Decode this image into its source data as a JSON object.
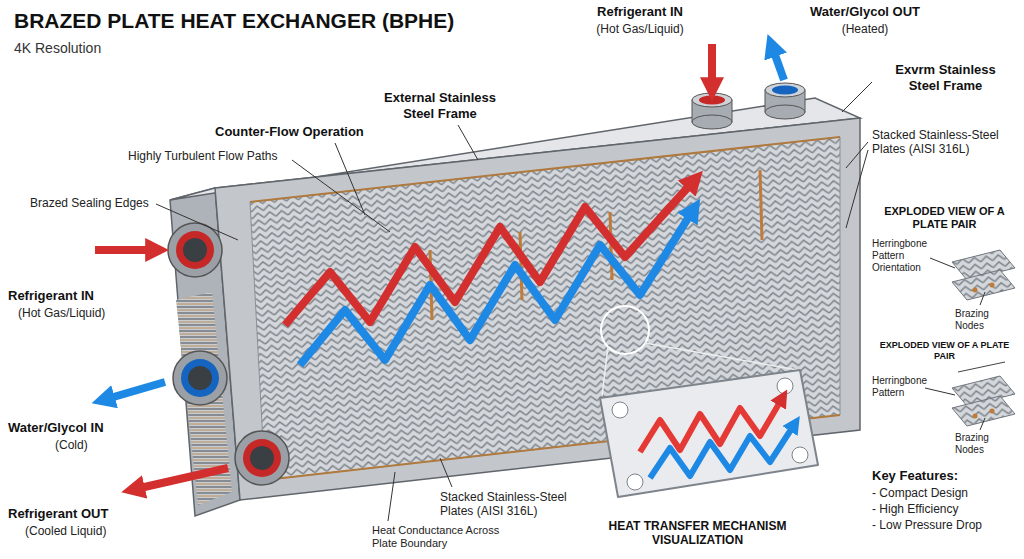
{
  "diagram": {
    "title": "BRAZED PLATE HEAT EXCHANGER (BPHE)",
    "labels": [
      "4K Resolution",
      "External Stainless Steel Frame",
      "Refrigerant IN",
      "(Hot Gas/Liquid)",
      "Water/Glycol OUT",
      "(Heated)",
      "Exvrm Stainless Steel Frame",
      "Counter-Flow Operation",
      "Highly Turbulent Flow Paths",
      "Brazed Sealing Edges",
      "Stacked Stainless-Steel Plates (AISI 316L)",
      "EXPLODED VIEW OF A PLATE PAIR",
      "Herringbone Pattern Orientation",
      "Brazing Nodes",
      "EXPLODED VIEW OF A PLATE PAIR",
      "Herringbone Pattern",
      "Brazing Nodes",
      "Refrigerant IN",
      "(Hot Gas/Liquid)",
      "Water/Glycol IN",
      "(Cold)",
      "Refrigerant OUT",
      "(Cooled Liquid)",
      "Stacked Stainless-Steel Plates (AISI 316L)",
      "Heat Conductance Across Plate Boundary",
      "HEAT TRANSFER MECHANISM VISUALIZATION",
      "Key Features:",
      "- Compact Design",
      "- High Efficiency",
      "- Low Pressure Drop"
    ]
  }
}
